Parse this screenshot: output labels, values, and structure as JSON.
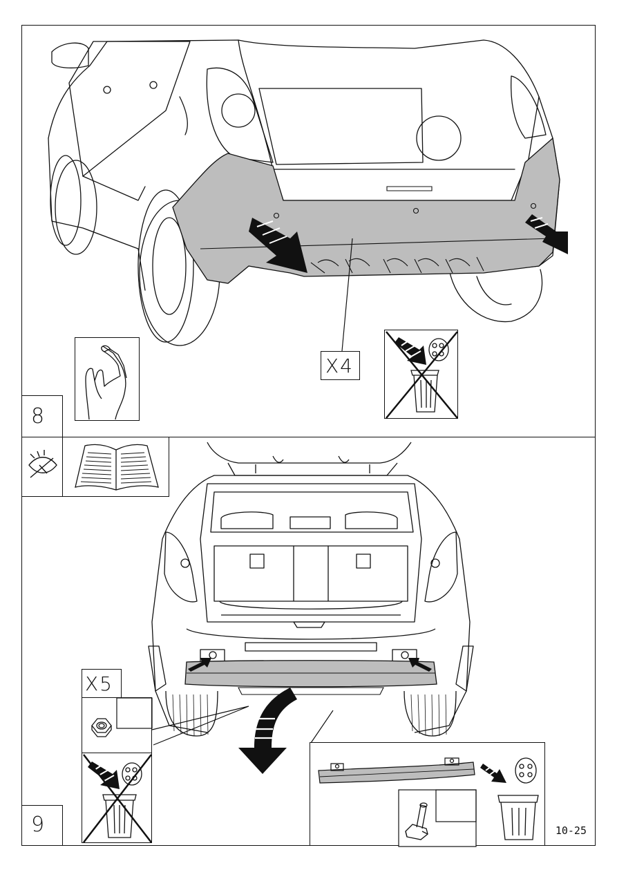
{
  "step8": {
    "number": "8",
    "quantity_label": "X4"
  },
  "step9": {
    "number": "9",
    "quantity_label": "X5"
  },
  "page_number": "10-25",
  "colors": {
    "line": "#111111",
    "highlight": "#bdbdbd",
    "background": "#ffffff"
  },
  "icons": [
    "hand-pinch-icon",
    "no-discard-icon",
    "eye-icon",
    "manual-book-icon",
    "nut-icon",
    "trash-can-icon",
    "bolt-icon",
    "discard-arrow-icon"
  ]
}
